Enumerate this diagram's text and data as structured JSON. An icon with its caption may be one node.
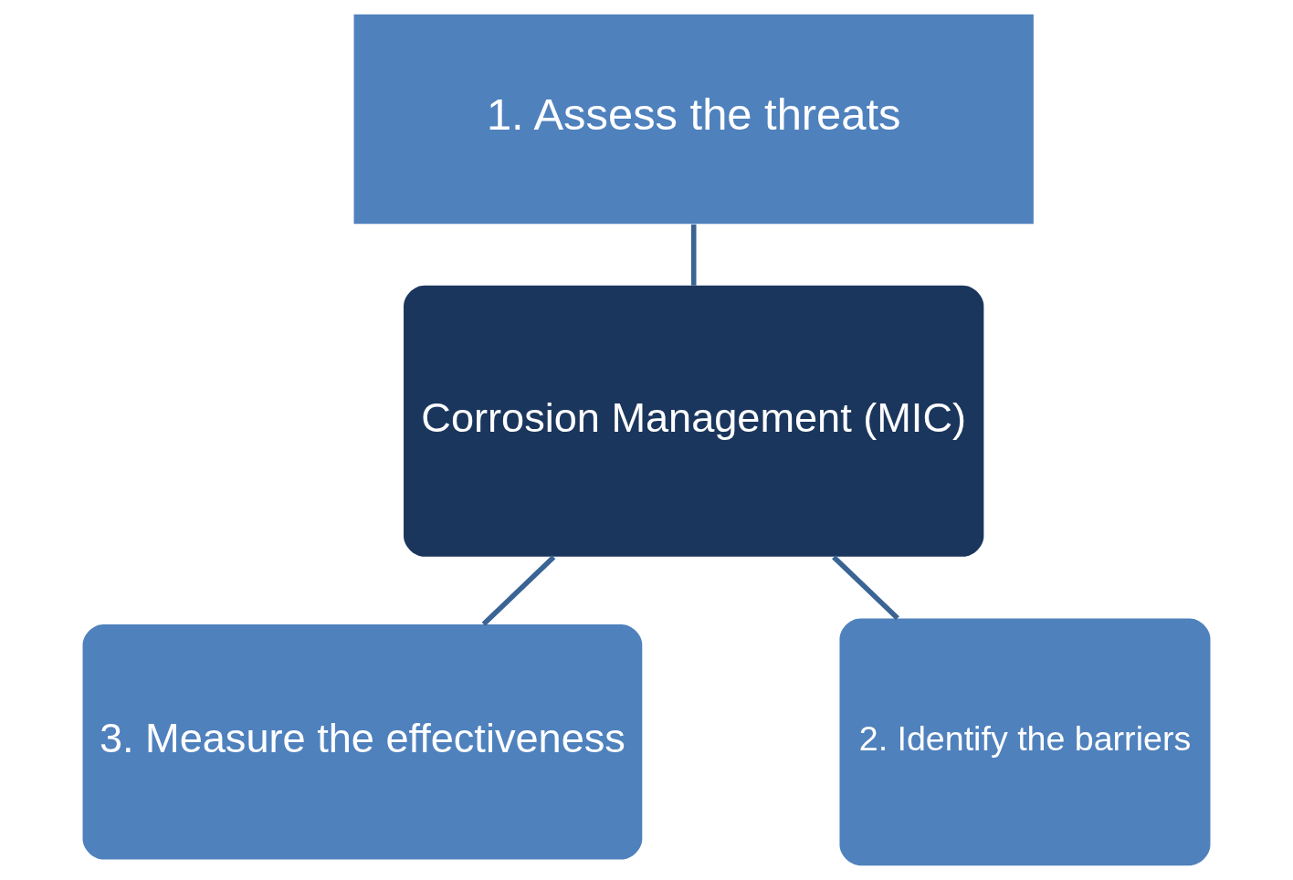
{
  "diagram": {
    "nodes": [
      {
        "text": [
          "1. Assess the threats"
        ]
      },
      {
        "text": [
          "Corrosion Management (MIC)"
        ]
      },
      {
        "text": [
          "3. Measure the effectiveness"
        ]
      },
      {
        "text": [
          "2. Identify the barriers"
        ]
      }
    ],
    "edges": [
      {
        "from": 0,
        "to": 1,
        "arrow": "none"
      },
      {
        "from": 1,
        "to": 2,
        "arrow": "none"
      },
      {
        "from": 1,
        "to": 3,
        "arrow": "none"
      }
    ]
  }
}
